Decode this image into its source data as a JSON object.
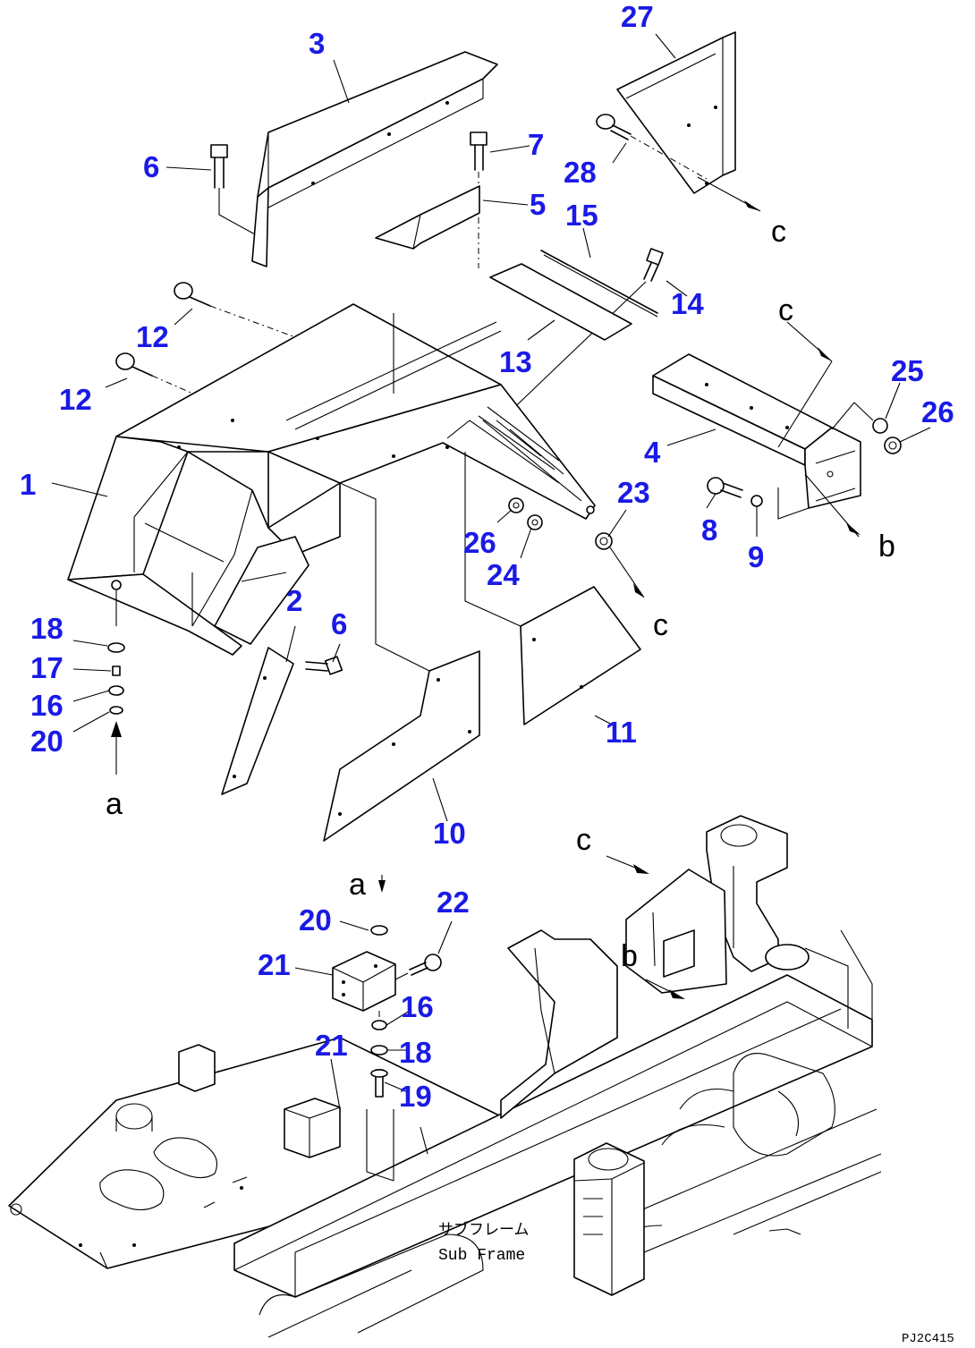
{
  "part_labels": [
    {
      "id": "label-1",
      "text": "1"
    },
    {
      "id": "label-2",
      "text": "2"
    },
    {
      "id": "label-3",
      "text": "3"
    },
    {
      "id": "label-4",
      "text": "4"
    },
    {
      "id": "label-5",
      "text": "5"
    },
    {
      "id": "label-6a",
      "text": "6"
    },
    {
      "id": "label-6b",
      "text": "6"
    },
    {
      "id": "label-7",
      "text": "7"
    },
    {
      "id": "label-8",
      "text": "8"
    },
    {
      "id": "label-9",
      "text": "9"
    },
    {
      "id": "label-10",
      "text": "10"
    },
    {
      "id": "label-11",
      "text": "11"
    },
    {
      "id": "label-12a",
      "text": "12"
    },
    {
      "id": "label-12b",
      "text": "12"
    },
    {
      "id": "label-13",
      "text": "13"
    },
    {
      "id": "label-14",
      "text": "14"
    },
    {
      "id": "label-15",
      "text": "15"
    },
    {
      "id": "label-16a",
      "text": "16"
    },
    {
      "id": "label-16b",
      "text": "16"
    },
    {
      "id": "label-17",
      "text": "17"
    },
    {
      "id": "label-18a",
      "text": "18"
    },
    {
      "id": "label-18b",
      "text": "18"
    },
    {
      "id": "label-19",
      "text": "19"
    },
    {
      "id": "label-20a",
      "text": "20"
    },
    {
      "id": "label-20b",
      "text": "20"
    },
    {
      "id": "label-21a",
      "text": "21"
    },
    {
      "id": "label-21b",
      "text": "21"
    },
    {
      "id": "label-22",
      "text": "22"
    },
    {
      "id": "label-23",
      "text": "23"
    },
    {
      "id": "label-24",
      "text": "24"
    },
    {
      "id": "label-25",
      "text": "25"
    },
    {
      "id": "label-26a",
      "text": "26"
    },
    {
      "id": "label-26b",
      "text": "26"
    },
    {
      "id": "label-27",
      "text": "27"
    },
    {
      "id": "label-28",
      "text": "28"
    }
  ],
  "reference_letters": {
    "a": "a",
    "b": "b",
    "c": "c"
  },
  "sub_frame": {
    "japanese": "サブフレーム",
    "english": "Sub Frame"
  },
  "drawing_code": "PJ2C415"
}
